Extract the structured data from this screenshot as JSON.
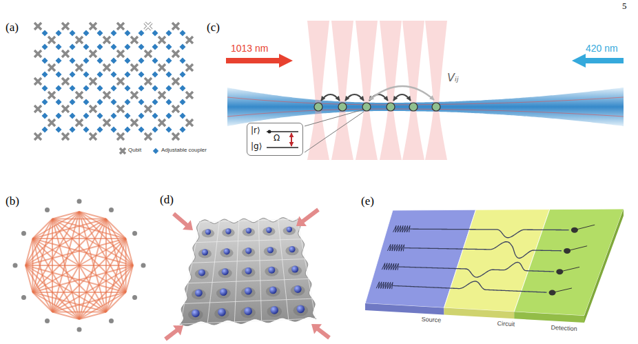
{
  "diagram": {
    "nodes": [
      {
        "text": [
          "|r⟩",
          "|g⟩",
          "Ω"
        ]
      }
    ],
    "labels": [
      "5",
      "(a)",
      "(b)",
      "(c)",
      "(d)",
      "(e)",
      "1013 nm",
      "420 nm",
      "Vᵢⱼ",
      "Source",
      "Circuit",
      "Detection"
    ],
    "legend": [
      {
        "text": "Qubit"
      },
      {
        "text": "Adjustable coupler"
      }
    ]
  }
}
